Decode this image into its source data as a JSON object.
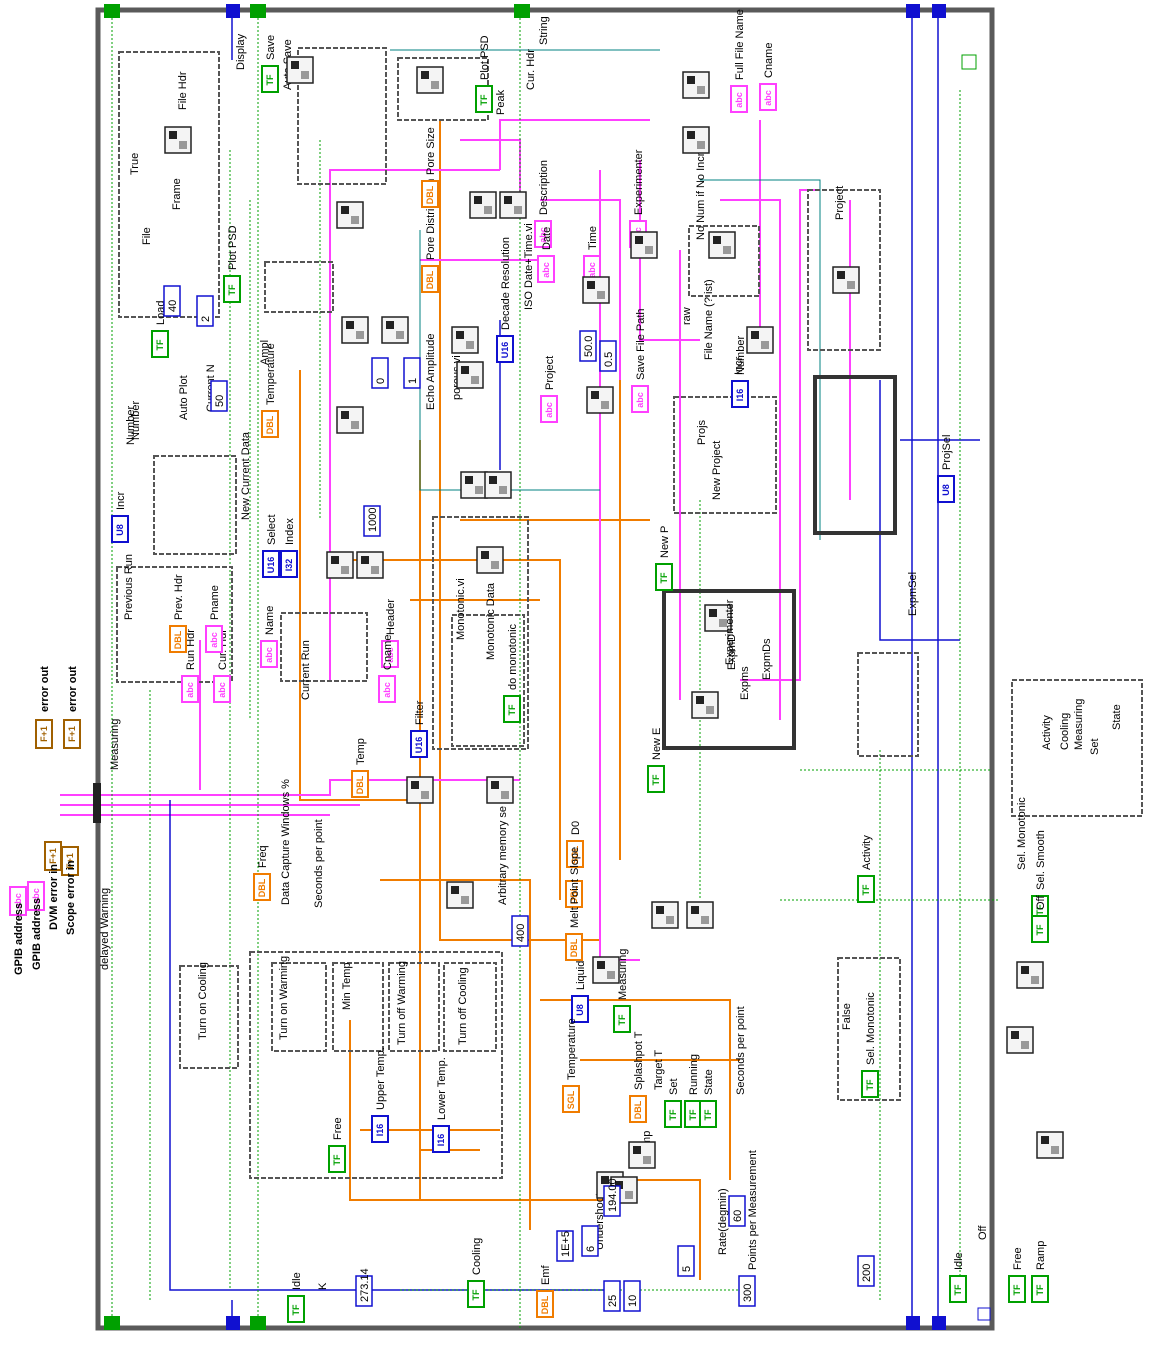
{
  "errors_inputs": [
    {
      "label": "GPIB address",
      "tag": "abc",
      "kind": "str"
    },
    {
      "label": "GPIB address",
      "tag": "abc",
      "kind": "str"
    },
    {
      "label": "DVM error in",
      "tag": "F+1",
      "kind": "err"
    },
    {
      "label": "Scope error in",
      "tag": "F+1",
      "kind": "err"
    }
  ],
  "error_outs": [
    {
      "label": "error out",
      "tag": "F+1"
    },
    {
      "label": "error out",
      "tag": "F+1"
    }
  ],
  "left_labels": {
    "delayed_warning": "delayed Warning",
    "measuring": "Measuring"
  },
  "controls": [
    {
      "label": "Save",
      "tag": "TF",
      "kind": "bool"
    },
    {
      "label": "Auto Save",
      "tag": "",
      "kind": "text"
    },
    {
      "label": "Plot PSD",
      "tag": "TF",
      "kind": "bool"
    },
    {
      "label": "Plot PSD",
      "tag": "TF",
      "kind": "bool"
    },
    {
      "label": "Display",
      "tag": "",
      "kind": "int"
    },
    {
      "label": "Load",
      "tag": "TF",
      "kind": "bool"
    },
    {
      "label": "Auto Plot",
      "tag": "",
      "kind": "text"
    },
    {
      "label": "Current N",
      "tag": "",
      "kind": "int"
    },
    {
      "label": "Number",
      "tag": "",
      "kind": "int"
    },
    {
      "label": "Incr",
      "tag": "U8",
      "kind": "int"
    },
    {
      "label": "New Current Data",
      "tag": "",
      "kind": "text"
    },
    {
      "label": "Run Hdr",
      "tag": "abc",
      "kind": "str"
    },
    {
      "label": "Cur. Hdr",
      "tag": "abc",
      "kind": "str"
    },
    {
      "label": "Select",
      "tag": "U16",
      "kind": "int"
    },
    {
      "label": "Index",
      "tag": "I32",
      "kind": "int"
    },
    {
      "label": "Temperature",
      "tag": "DBL",
      "kind": "dbl"
    },
    {
      "label": "Ampl",
      "tag": "",
      "kind": "text"
    },
    {
      "label": "Previous Run",
      "tag": "",
      "kind": "text"
    },
    {
      "label": "Prev. Hdr",
      "tag": "DBL",
      "kind": "dbl"
    },
    {
      "label": "Pname",
      "tag": "abc",
      "kind": "str"
    },
    {
      "label": "Name",
      "tag": "abc",
      "kind": "str"
    },
    {
      "label": "Header",
      "tag": "abc",
      "kind": "str"
    },
    {
      "label": "Cname",
      "tag": "abc",
      "kind": "str"
    },
    {
      "label": "Current Run",
      "tag": "",
      "kind": "text"
    },
    {
      "label": "Pore Distribution",
      "tag": "DBL",
      "kind": "dbl"
    },
    {
      "label": "Pore Size",
      "tag": "DBL",
      "kind": "dbl"
    },
    {
      "label": "Peak",
      "tag": "",
      "kind": "text"
    },
    {
      "label": "Cur. Hdr",
      "tag": "",
      "kind": "text"
    },
    {
      "label": "String",
      "tag": "",
      "kind": "text"
    },
    {
      "label": "Description",
      "tag": "abc",
      "kind": "str"
    },
    {
      "label": "Date",
      "tag": "abc",
      "kind": "str"
    },
    {
      "label": "Time",
      "tag": "abc",
      "kind": "str"
    },
    {
      "label": "Experimenter",
      "tag": "abc",
      "kind": "str"
    },
    {
      "label": "Project",
      "tag": "abc",
      "kind": "str"
    },
    {
      "label": "ISO Date+Time.vi",
      "tag": "",
      "kind": "text"
    },
    {
      "label": "Decade Resolution",
      "tag": "U16",
      "kind": "int"
    },
    {
      "label": "Echo Amplitude",
      "tag": "",
      "kind": "text"
    },
    {
      "label": "Save File Path",
      "tag": "abc",
      "kind": "str"
    },
    {
      "label": "Full File Name",
      "tag": "abc",
      "kind": "str"
    },
    {
      "label": "Cname",
      "tag": "abc",
      "kind": "str"
    },
    {
      "label": "File Name (? ist)",
      "tag": "",
      "kind": "text"
    },
    {
      "label": "No Num if No Incr",
      "tag": "",
      "kind": "text"
    },
    {
      "label": "Number",
      "tag": "I16",
      "kind": "int"
    },
    {
      "label": "Incr",
      "tag": "",
      "kind": "int"
    },
    {
      "label": "raw",
      "tag": "",
      "kind": "text"
    },
    {
      "label": "New P",
      "tag": "TF",
      "kind": "bool"
    },
    {
      "label": "New E",
      "tag": "TF",
      "kind": "bool"
    },
    {
      "label": "ProjSel",
      "tag": "U8",
      "kind": "int"
    },
    {
      "label": "ExpmSel",
      "tag": "",
      "kind": "int"
    },
    {
      "label": "Filter",
      "tag": "U16",
      "kind": "int"
    },
    {
      "label": "Monotonic Data",
      "tag": "",
      "kind": "str"
    },
    {
      "label": "do monotonic",
      "tag": "TF",
      "kind": "bool"
    },
    {
      "label": "Monotonic.vi",
      "tag": "",
      "kind": "text"
    },
    {
      "label": "porous.vi",
      "tag": "",
      "kind": "text"
    },
    {
      "label": "Temp",
      "tag": "DBL",
      "kind": "dbl"
    },
    {
      "label": "Freq",
      "tag": "DBL",
      "kind": "dbl"
    },
    {
      "label": "Data Capture Windows %",
      "tag": "",
      "kind": "text"
    },
    {
      "label": "Seconds per point",
      "tag": "",
      "kind": "text"
    },
    {
      "label": "Arbitrary memory se limit",
      "tag": "",
      "kind": "text"
    },
    {
      "label": "D0",
      "tag": "SGL",
      "kind": "dbl"
    },
    {
      "label": "Slope",
      "tag": "DBL",
      "kind": "dbl"
    },
    {
      "label": "Melt Point",
      "tag": "DBL",
      "kind": "dbl"
    },
    {
      "label": "Liquid",
      "tag": "U8",
      "kind": "int"
    },
    {
      "label": "Measuring",
      "tag": "TF",
      "kind": "bool"
    },
    {
      "label": "Temperature",
      "tag": "SGL",
      "kind": "dbl"
    },
    {
      "label": "Splashpot T",
      "tag": "DBL",
      "kind": "dbl"
    },
    {
      "label": "Target T",
      "tag": "",
      "kind": "dbl"
    },
    {
      "label": "Set",
      "tag": "TF",
      "kind": "bool"
    },
    {
      "label": "Running",
      "tag": "TF",
      "kind": "bool"
    },
    {
      "label": "State",
      "tag": "TF",
      "kind": "bool"
    },
    {
      "label": "Seconds per point",
      "tag": "",
      "kind": "text"
    },
    {
      "label": "Ramp",
      "tag": "",
      "kind": "text"
    },
    {
      "label": "Rate(degmin)",
      "tag": "",
      "kind": "text"
    },
    {
      "label": "Points per Measurement",
      "tag": "",
      "kind": "text"
    },
    {
      "label": "Undershoot",
      "tag": "",
      "kind": "text"
    },
    {
      "label": "Emf",
      "tag": "DBL",
      "kind": "dbl"
    },
    {
      "label": "Cooling",
      "tag": "TF",
      "kind": "bool"
    },
    {
      "label": "Idle",
      "tag": "TF",
      "kind": "bool"
    },
    {
      "label": "K",
      "tag": "",
      "kind": "text"
    },
    {
      "label": "Upper Temp.",
      "tag": "I16",
      "kind": "int"
    },
    {
      "label": "Lower Temp.",
      "tag": "I16",
      "kind": "int"
    },
    {
      "label": "Free",
      "tag": "TF",
      "kind": "bool"
    },
    {
      "label": "Activity",
      "tag": "TF",
      "kind": "bool"
    },
    {
      "label": "Sel. Monotonic",
      "tag": "TF",
      "kind": "bool"
    },
    {
      "label": "Sel. Smooth",
      "tag": "TF",
      "kind": "bool"
    },
    {
      "label": "Off",
      "tag": "TF",
      "kind": "bool"
    },
    {
      "label": "Idle",
      "tag": "TF",
      "kind": "bool"
    },
    {
      "label": "Free",
      "tag": "TF",
      "kind": "bool"
    },
    {
      "label": "Ramp",
      "tag": "TF",
      "kind": "bool"
    }
  ],
  "case_labels": {
    "file": "File",
    "frame": "Frame",
    "file_hdr": "File Hdr",
    "true": "True",
    "false": "False",
    "turn_on_cooling": "Turn on Cooling",
    "turn_on_warming": "Turn on Warming",
    "min_temp": "Min Temp",
    "turn_off_cooling": "Turn off Cooling",
    "turn_off_warming": "Turn off Warming",
    "projs": "Projs",
    "new_project": "New Project",
    "expmd": "ExpmD",
    "expms": "Expms",
    "expmds": "ExpmDs",
    "project": "Project",
    "state": "State",
    "set": "Set",
    "measuring": "Measuring",
    "cooling": "Cooling",
    "activity": "Activity",
    "experimenter": "Experimenter",
    "number": "Number",
    "off": "Off",
    "sel_monotonic": "Sel. Monotonic"
  },
  "constants": {
    "c40": "40",
    "c50": "50",
    "c1000": "1000",
    "c400": "400",
    "c500": "50.0",
    "c05": "0.5",
    "c0": "0",
    "c1": "1",
    "c19400": "194.00",
    "c273": "273.14",
    "c1e5": "1E+5",
    "c300": "300",
    "c60": "60",
    "c25": "25",
    "c10": "10",
    "c200": "200",
    "c5": "5",
    "c6": "6",
    "c2": "2"
  },
  "colors": {
    "orange": "#f07c00",
    "pink": "#ff40ff",
    "blue": "#1010d0",
    "green": "#00a000",
    "teal": "#008080",
    "frame": "#5a5a5a",
    "brown": "#a06000"
  }
}
